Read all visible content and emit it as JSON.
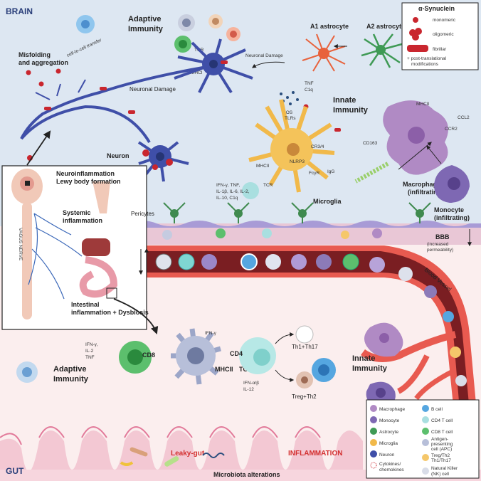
{
  "zones": {
    "brain": "BRAIN",
    "gut": "GUT"
  },
  "labels": {
    "adaptive_line1": "Adaptive",
    "adaptive_line2": "Immunity",
    "innate_line1": "Innate",
    "innate_line2": "Immunity",
    "misfolding_line1": "Misfolding",
    "misfolding_line2": "and aggregation",
    "cell_transfer": "cell-to-cell transfer",
    "neuronal_damage": "Neuronal Damage",
    "tcr": "TCR",
    "mhci": "MHCI",
    "mhcii": "MHCII",
    "neuron": "Neuron",
    "a1_astrocyte": "A1 astrocyte",
    "a2_astrocyte": "A2 astrocyte",
    "tnf": "TNF",
    "c1q": "C1q",
    "ros": "ROS",
    "tlrs": "TLRs",
    "cr34": "CR3/4",
    "nlrp3": "NLRP3",
    "fcyr": "FcγR",
    "igg": "IgG",
    "microglia": "Microglia",
    "cytokines_brain": [
      "IFN-γ, TNF,",
      "IL-1β, IL-6, IL-2,",
      "IL-10, C1q"
    ],
    "ccl2": "CCL2",
    "ccr2": "CCR2",
    "cd163": "CD163",
    "macrophage_line1": "Macrophage",
    "monocyte_line1": "Monocyte",
    "infiltrating": "(infiltrating)",
    "neuroinflammation_line1": "Neuroinflammation",
    "neuroinflammation_line2": "Lewy body formation",
    "systemic_line1": "Systemic",
    "systemic_line2": "inflammation",
    "vagus_nerve": "VAGUS NERVE",
    "intestinal_line1": "Intestinal",
    "intestinal_line2": "inflammation + Dysbiosis",
    "pericytes": "Pericytes",
    "bbb": "BBB",
    "bbb_perm_line1": "(increased",
    "bbb_perm_line2": "permeability)",
    "blood_vessel": "Blood Vessel",
    "cd8": "CD8",
    "cd4": "CD4",
    "cytokines_cd8": [
      "IFN-γ,",
      "IL-2",
      "TNF"
    ],
    "ifn_gamma": "IFN-γ",
    "ifn_ab": "IFN-α/β",
    "il12": "IL-12",
    "th1_th17": "Th1+Th17",
    "treg_th2": "Treg+Th2",
    "leaky_gut": "Leaky-gut",
    "inflammation": "INFLAMMATION",
    "microbiota": "Microbiota alterations"
  },
  "legend_synuclein": {
    "title": "α-Synuclein",
    "items": [
      "monomeric",
      "oligomeric",
      "fibrillar",
      "+ post-translational",
      "modifications"
    ]
  },
  "legend_cells": [
    "Macrophage",
    "Monocyte",
    "Astrocyte",
    "Microglia",
    "Neuron",
    "Cytokines/",
    "chemokines",
    "B cell",
    "CD4 T cell",
    "CD8 T cell",
    "Antigen-",
    "presenting",
    "cell (APC)",
    "Treg/Th2",
    "Th1/Th17",
    "Natural Killer",
    "(NK) cell"
  ],
  "colors": {
    "brain_bg": "#dde7f2",
    "gut_bg": "#fbeeee",
    "neuron": "#3f4fa8",
    "synuclein": "#c9262e",
    "microglia": "#f4c35a",
    "vessel": "#e85a50",
    "inflammation_text": "#d32f2f"
  }
}
